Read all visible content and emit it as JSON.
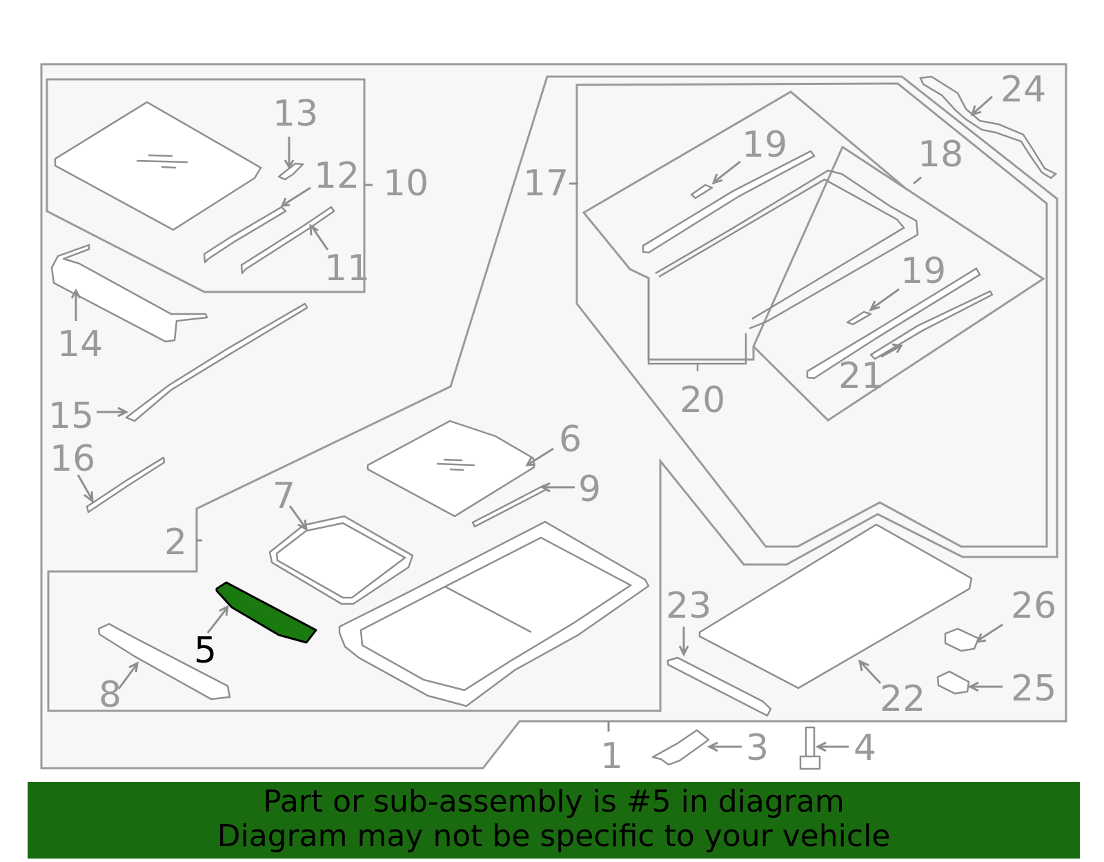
{
  "colors": {
    "highlight": "#1a7a10",
    "banner": "#1a6b0f",
    "outline": "#9a9a9a",
    "background": "#f7f7f7"
  },
  "highlighted_part": "5",
  "labels": {
    "p1": "1",
    "p2": "2",
    "p3": "3",
    "p4": "4",
    "p5": "5",
    "p6": "6",
    "p7": "7",
    "p8": "8",
    "p9": "9",
    "p10": "10",
    "p11": "11",
    "p12": "12",
    "p13": "13",
    "p14": "14",
    "p15": "15",
    "p16": "16",
    "p17": "17",
    "p18": "18",
    "p19a": "19",
    "p19b": "19",
    "p20": "20",
    "p21": "21",
    "p22": "22",
    "p23": "23",
    "p24": "24",
    "p25": "25",
    "p26": "26"
  },
  "banner": {
    "line1": "Part or sub-assembly is #5 in diagram",
    "line2": "Diagram may not be specific to your vehicle"
  }
}
